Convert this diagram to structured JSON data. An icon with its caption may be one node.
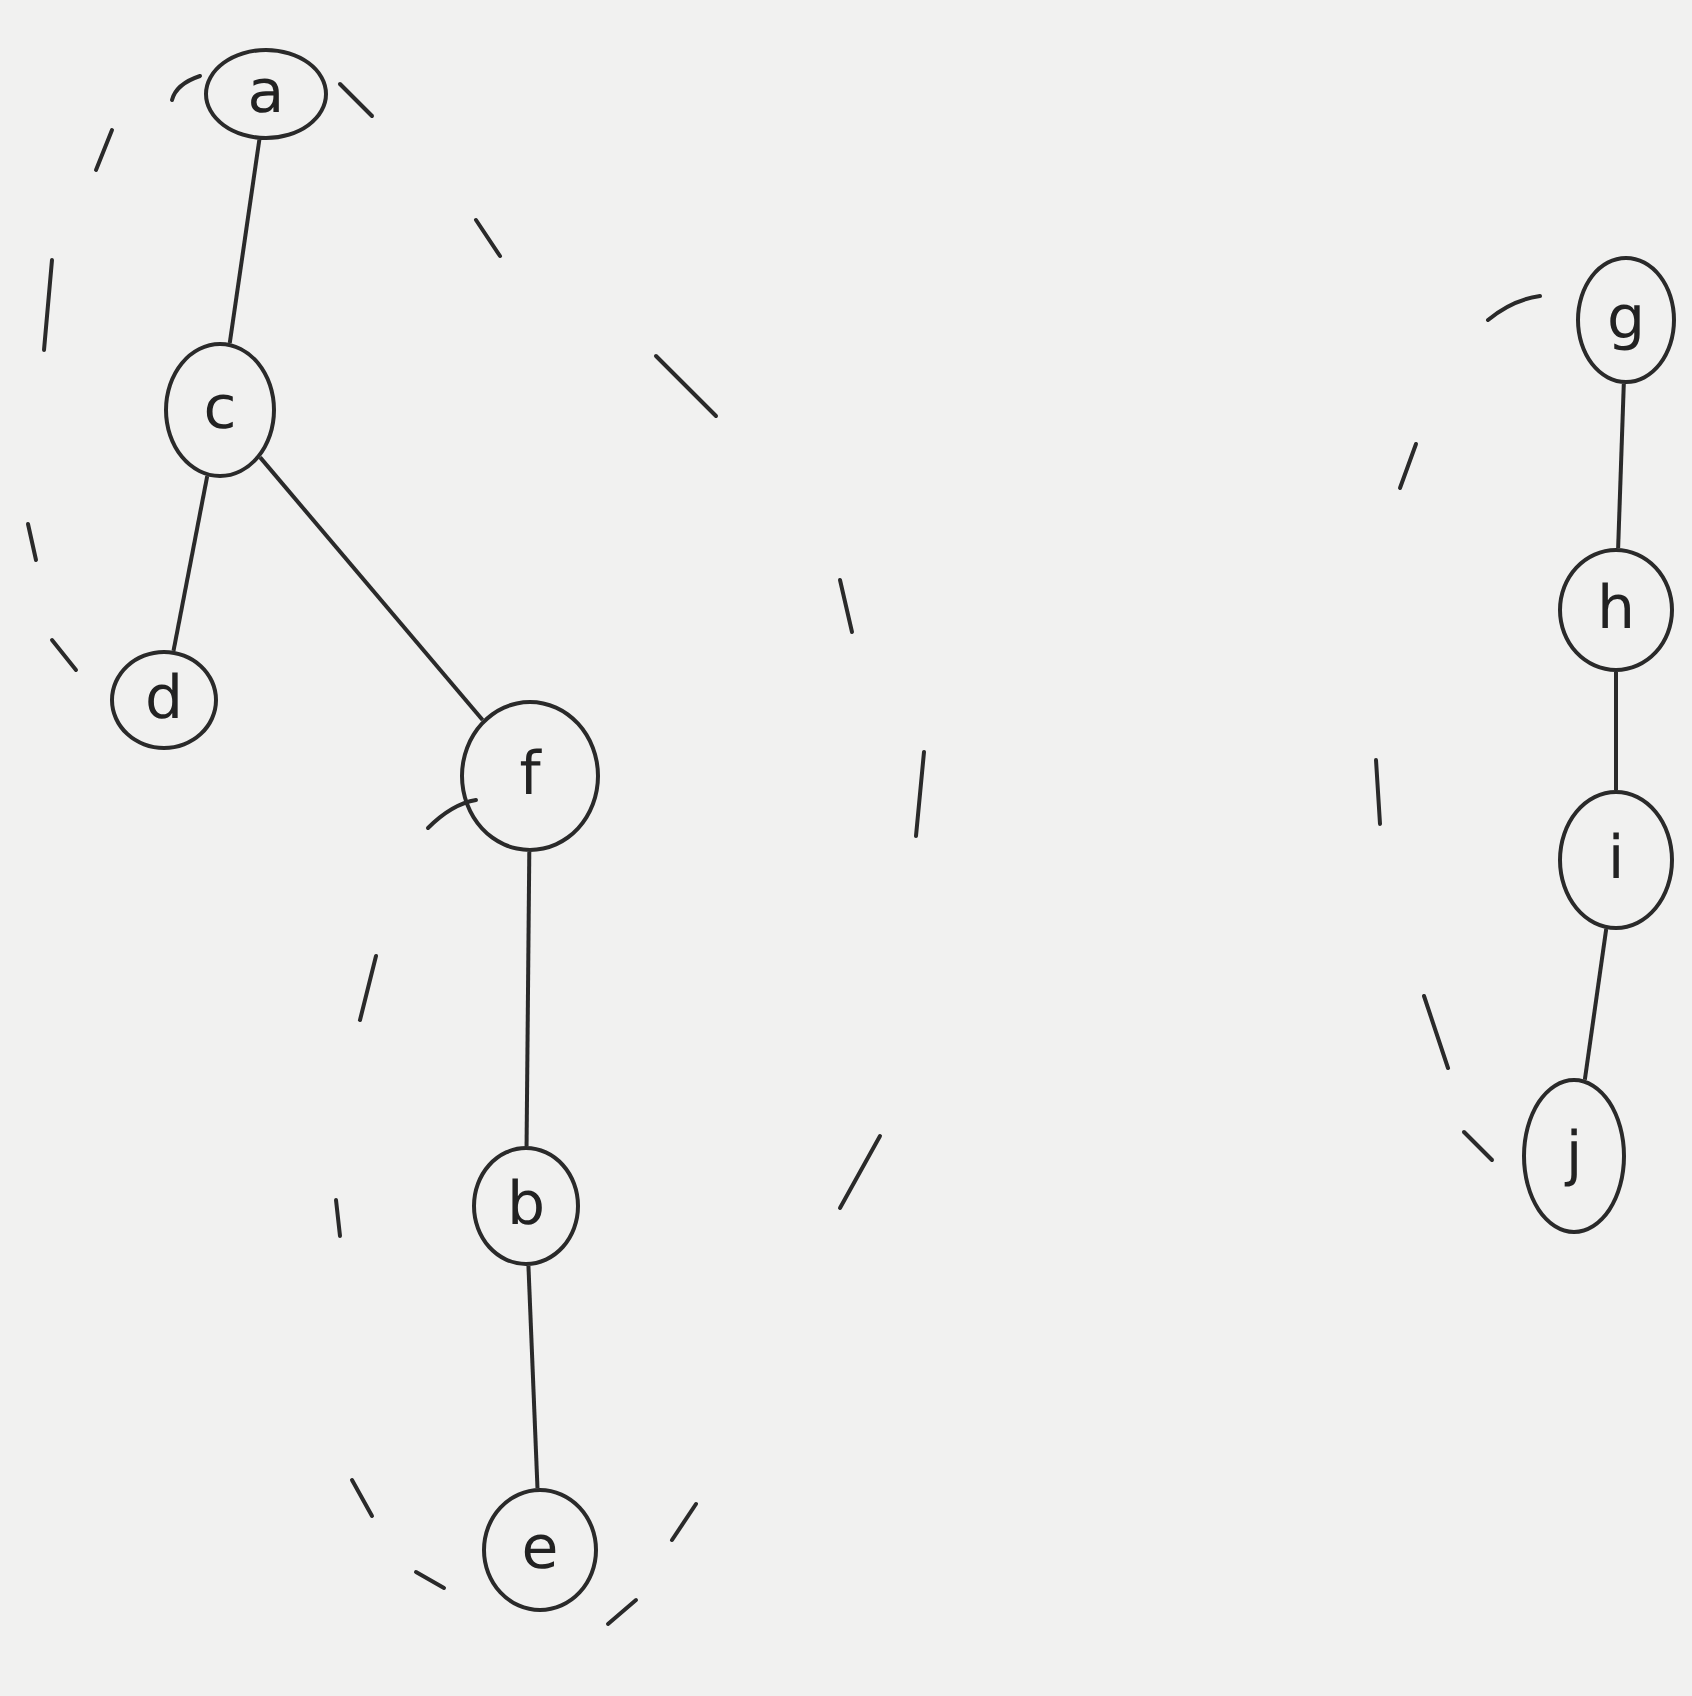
{
  "diagram": {
    "nodes": [
      {
        "text": [
          "a"
        ]
      },
      {
        "text": [
          "c"
        ]
      },
      {
        "text": [
          "d"
        ]
      },
      {
        "text": [
          "f"
        ]
      },
      {
        "text": [
          "b"
        ]
      },
      {
        "text": [
          "e"
        ]
      },
      {
        "text": [
          "g"
        ]
      },
      {
        "text": [
          "h"
        ]
      },
      {
        "text": [
          "i"
        ]
      },
      {
        "text": [
          "j"
        ]
      }
    ],
    "edges": [
      {
        "from": 0,
        "to": 1,
        "arrow": "none"
      },
      {
        "from": 1,
        "to": 2,
        "arrow": "none"
      },
      {
        "from": 1,
        "to": 3,
        "arrow": "none"
      },
      {
        "from": 3,
        "to": 4,
        "arrow": "none"
      },
      {
        "from": 4,
        "to": 5,
        "arrow": "none"
      },
      {
        "from": 6,
        "to": 7,
        "arrow": "none"
      },
      {
        "from": 7,
        "to": 8,
        "arrow": "none"
      },
      {
        "from": 8,
        "to": 9,
        "arrow": "none"
      }
    ]
  }
}
